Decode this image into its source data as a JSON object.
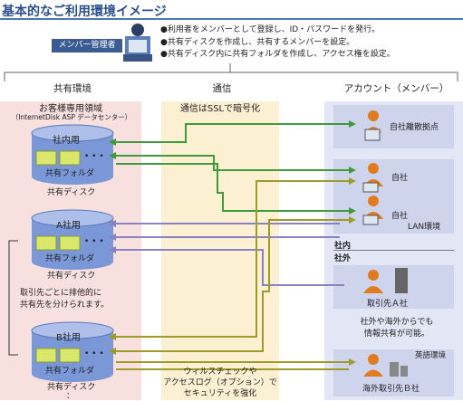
{
  "title": "基本的なご利用環境イメージ",
  "admin": {
    "badge": "メンバー管理者",
    "bullets": [
      "●利用者をメンバーとして登録し、ID・パスワードを発行。",
      "●共有ディスクを作成し、共有するメンバーを設定。",
      "●共有ディスク内に共有フォルダを作成し、アクセス権を設定。"
    ]
  },
  "columns": {
    "shared": "共有環境",
    "comm": "通信",
    "account": "アカウント（メンバー）"
  },
  "shared_area": {
    "title": "お客様専用領域",
    "subtitle": "（InternetDisk ASP データセンター）"
  },
  "disks": [
    {
      "name": "社内用",
      "folder": "共有フォルダ",
      "caption": "共有ディスク"
    },
    {
      "name": "A社用",
      "folder": "共有フォルダ",
      "caption": "共有ディスク"
    },
    {
      "name": "B社用",
      "folder": "共有フォルダ",
      "caption": "共有ディスク"
    }
  ],
  "dots": "• • •",
  "vertical_dots": "：",
  "partner_note": [
    "取引先ごとに排他的に",
    "共有先を分けられます。"
  ],
  "comm_top": "通信はSSLで暗号化",
  "comm_bottom": [
    "ウィルスチェックや",
    "アクセスログ（オプション）で",
    "セキュリティを強化"
  ],
  "members": {
    "branch": "自社離散拠点",
    "self": "自社",
    "self_lan": [
      "自社",
      "LAN環境"
    ],
    "inside": "社内",
    "outside": "社外",
    "partner_a": "取引先Ａ社",
    "overseas_note": [
      "社外や海外からでも",
      "情報共有が可能。"
    ],
    "english": "英語環境",
    "partner_b": "海外取引先Ｂ社"
  },
  "colors": {
    "green": "#3f9a3c",
    "olive": "#9f9b2a",
    "purple": "#8a80c4",
    "navy": "#2a4f8f",
    "disk": "#7a98d8"
  }
}
